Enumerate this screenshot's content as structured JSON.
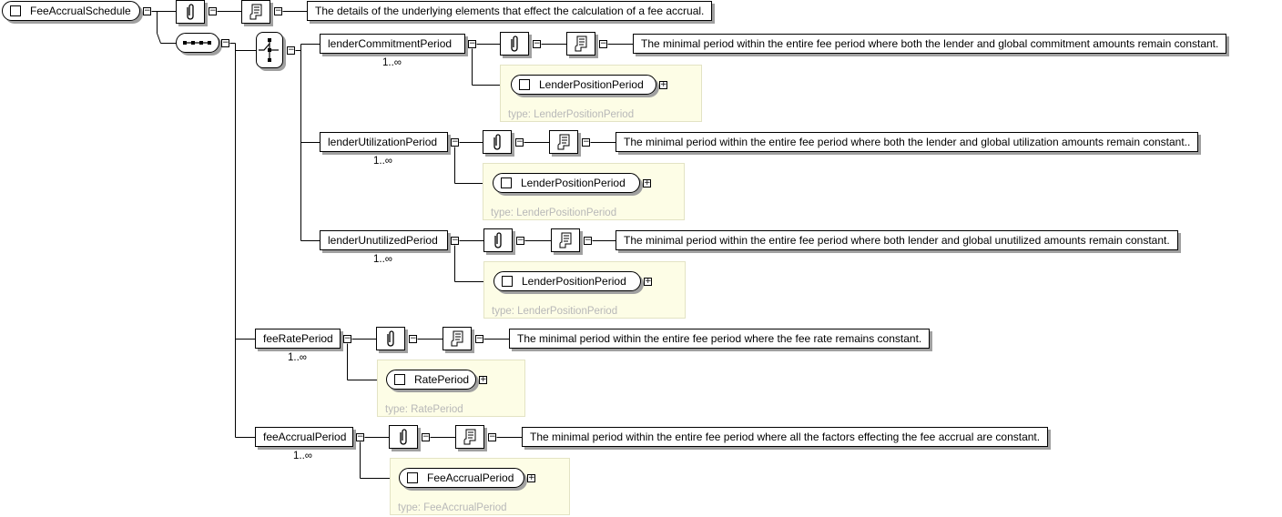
{
  "root": {
    "name": "FeeAccrualSchedule",
    "doc": "The details of the underlying elements that effect the calculation of a fee accrual."
  },
  "choice_elements": [
    {
      "name": "lenderCommitmentPeriod",
      "card": "1..∞",
      "doc": "The minimal period within the entire fee period where both the lender and global commitment amounts remain constant.",
      "type_name": "LenderPositionPeriod",
      "type_label": "type: LenderPositionPeriod"
    },
    {
      "name": "lenderUtilizationPeriod",
      "card": "1..∞",
      "doc": "The minimal period within the entire fee period where both the lender and global utilization amounts remain constant..",
      "type_name": "LenderPositionPeriod",
      "type_label": "type: LenderPositionPeriod"
    },
    {
      "name": "lenderUnutilizedPeriod",
      "card": "1..∞",
      "doc": "The minimal period within the entire fee period where both lender and global unutilized amounts remain constant.",
      "type_name": "LenderPositionPeriod",
      "type_label": "type: LenderPositionPeriod"
    }
  ],
  "sequence_elements": [
    {
      "name": "feeRatePeriod",
      "card": "1..∞",
      "doc": "The minimal period within the entire fee period where the fee rate remains constant.",
      "type_name": "RatePeriod",
      "type_label": "type: RatePeriod"
    },
    {
      "name": "feeAccrualPeriod",
      "card": "1..∞",
      "doc": "The minimal period within the entire fee period where all the factors effecting the fee accrual are constant.",
      "type_name": "FeeAccrualPeriod",
      "type_label": "type: FeeAccrualPeriod"
    }
  ],
  "symbols": {
    "collapse": "−",
    "expand": "+"
  },
  "icons": {
    "annotation": "paperclip-icon",
    "documentation": "scroll-icon",
    "sequence": "sequence-compositor-icon",
    "choice": "choice-compositor-icon"
  }
}
